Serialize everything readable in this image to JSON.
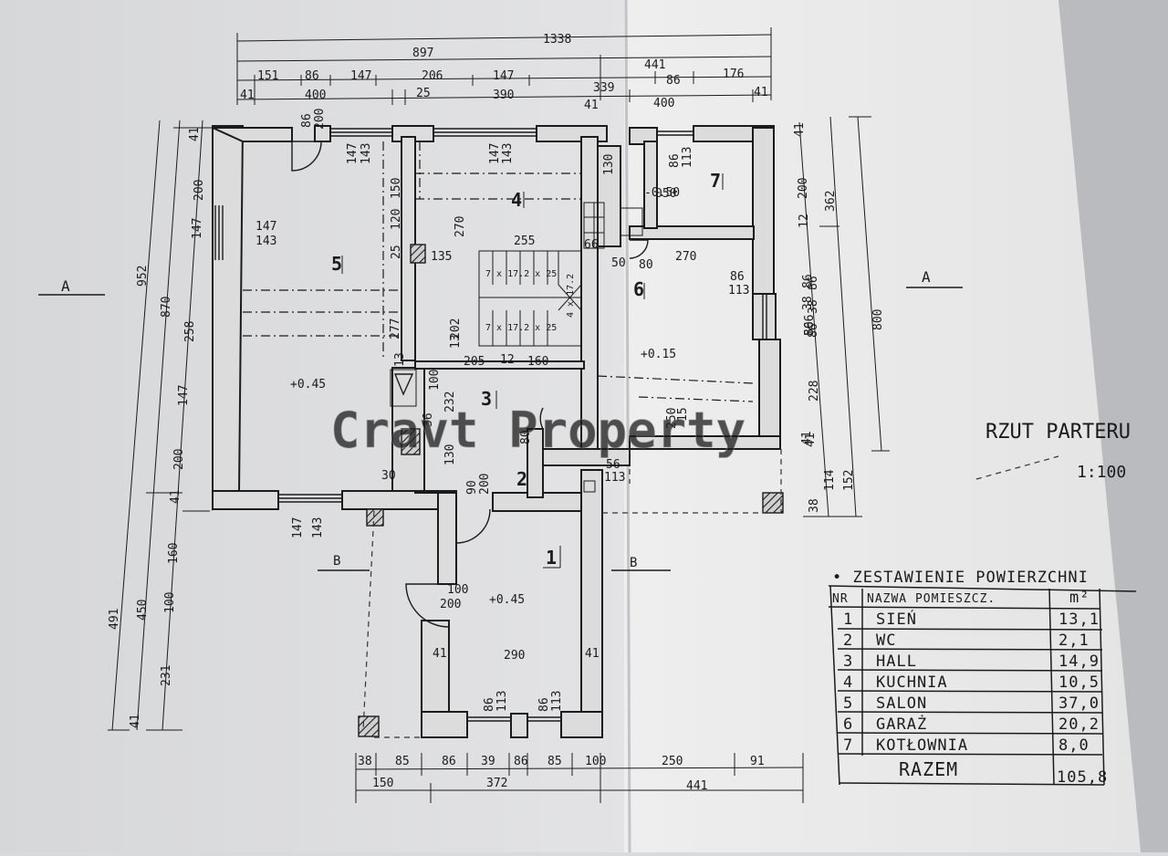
{
  "title": "RZUT PARTERU",
  "scale": "1:100",
  "watermark": "Cravt Property",
  "section_labels": [
    "A",
    "A",
    "B",
    "B"
  ],
  "top_dimensions": {
    "row1": [
      "1338"
    ],
    "row2": [
      "897",
      "441"
    ],
    "row3": [
      "151",
      "86",
      "147",
      "206",
      "147",
      "339",
      "86",
      "176"
    ],
    "row4": [
      "41",
      "400",
      "25",
      "390",
      "41",
      "400",
      "41"
    ]
  },
  "bottom_dimensions": {
    "row1": [
      "38",
      "85",
      "86",
      "39",
      "86",
      "85",
      "100",
      "250",
      "91"
    ],
    "row2": [
      "150",
      "372",
      "441"
    ]
  },
  "left_dimensions": {
    "outer": [
      "952",
      "491"
    ],
    "mid": [
      "870",
      "450"
    ],
    "inner": [
      "41",
      "200",
      "147",
      "258",
      "147",
      "200",
      "41",
      "160",
      "100",
      "231",
      "41"
    ]
  },
  "right_dimensions": {
    "outer": [
      "800"
    ],
    "mid": [
      "362",
      "506",
      "41",
      "38",
      "114",
      "152"
    ],
    "inner": [
      "41",
      "200",
      "12",
      "86",
      "38",
      "86",
      "228"
    ]
  },
  "interior_labels": [
    "86",
    "200",
    "147",
    "143",
    "147",
    "143",
    "150",
    "120",
    "270",
    "25",
    "135",
    "255",
    "202",
    "277",
    "13",
    "13",
    "205",
    "12",
    "160",
    "100",
    "232",
    "36",
    "130",
    "30",
    "80",
    "90",
    "200",
    "56",
    "113",
    "100",
    "200",
    "41",
    "290",
    "41",
    "86",
    "113",
    "86",
    "113",
    "147",
    "143",
    "147",
    "143",
    "86",
    "113",
    "270",
    "050",
    "80",
    "50",
    "66",
    "130",
    "250",
    "15",
    "41",
    "86",
    "113",
    "86",
    "38",
    "86"
  ],
  "levels": [
    "+0.45",
    "+0.45",
    "+0.15",
    "-0.50"
  ],
  "stair_labels": [
    "7 x 17.2 x 25",
    "7 x 17.2 x 25",
    "4 x 17.2"
  ],
  "rooms": [
    {
      "num": "1",
      "name": "SIEŃ",
      "area": "13,1"
    },
    {
      "num": "2",
      "name": "WC",
      "area": "2,1"
    },
    {
      "num": "3",
      "name": "HALL",
      "area": "14,9"
    },
    {
      "num": "4",
      "name": "KUCHNIA",
      "area": "10,5"
    },
    {
      "num": "5",
      "name": "SALON",
      "area": "37,0"
    },
    {
      "num": "6",
      "name": "GARAŻ",
      "area": "20,2"
    },
    {
      "num": "7",
      "name": "KOTŁOWNIA",
      "area": "8,0"
    }
  ],
  "table": {
    "heading": "• ZESTAWIENIE POWIERZCHNI",
    "col_nr": "NR",
    "col_name": "NAZWA POMIESZCZ.",
    "col_area": "m²",
    "total_label": "RAZEM",
    "total_value": "105,8"
  }
}
